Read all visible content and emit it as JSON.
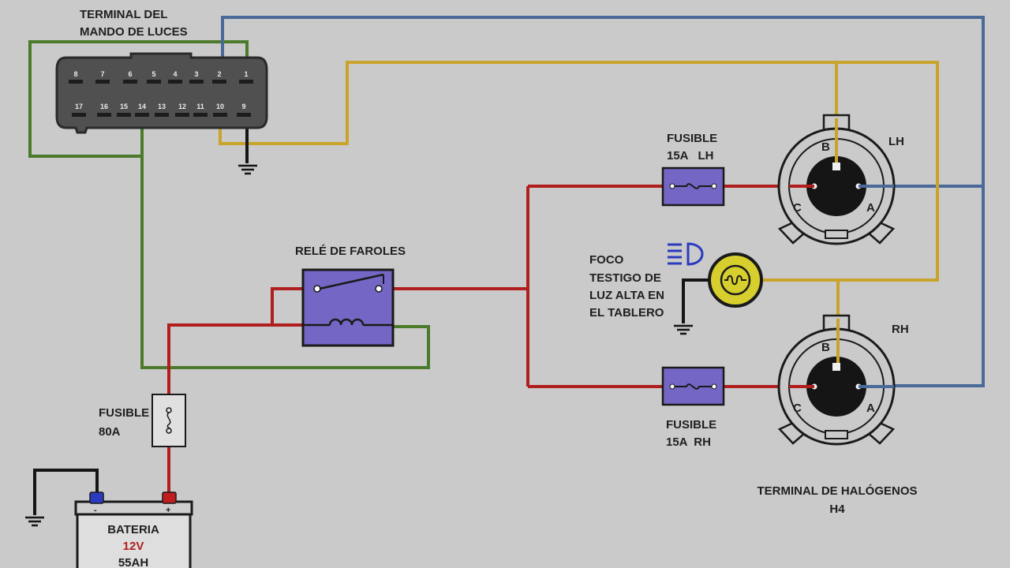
{
  "colors": {
    "background": "#cacaca",
    "wire_green": "#4b7a2a",
    "wire_blue": "#4a6a9a",
    "wire_yellow": "#c9a42c",
    "wire_red": "#b01e1e",
    "wire_black": "#151515",
    "component_fill": "#7466c4",
    "lamp_yellow": "#d6cf2e"
  },
  "switch_terminal": {
    "label_line1": "TERMINAL DEL",
    "label_line2": "MANDO DE LUCES",
    "pins_top": [
      "8",
      "7",
      "6",
      "5",
      "4",
      "3",
      "2",
      "1"
    ],
    "pins_bottom": [
      "17",
      "16",
      "15",
      "14",
      "13",
      "12",
      "11",
      "10",
      "9"
    ]
  },
  "relay": {
    "label": "RELÉ DE FAROLES"
  },
  "fuse_lh": {
    "line1": "FUSIBLE",
    "line2": "15A   LH"
  },
  "fuse_rh": {
    "line1": "FUSIBLE",
    "line2": "15A  RH"
  },
  "fuse_main": {
    "line1": "FUSIBLE",
    "line2": "80A"
  },
  "indicator": {
    "line1": "FOCO",
    "line2": "TESTIGO DE",
    "line3": "LUZ ALTA EN",
    "line4": "EL TABLERO",
    "icon": "high-beam-icon"
  },
  "headlamp_lh": {
    "side": "LH",
    "pin_b": "B",
    "pin_c": "C",
    "pin_a": "A"
  },
  "headlamp_rh": {
    "side": "RH",
    "pin_b": "B",
    "pin_c": "C",
    "pin_a": "A"
  },
  "halogen_terminal": {
    "line1": "TERMINAL DE HALÓGENOS",
    "line2": "H4"
  },
  "battery": {
    "name": "BATERIA",
    "voltage": "12V",
    "capacity": "55AH",
    "neg": "-",
    "pos": "+"
  }
}
